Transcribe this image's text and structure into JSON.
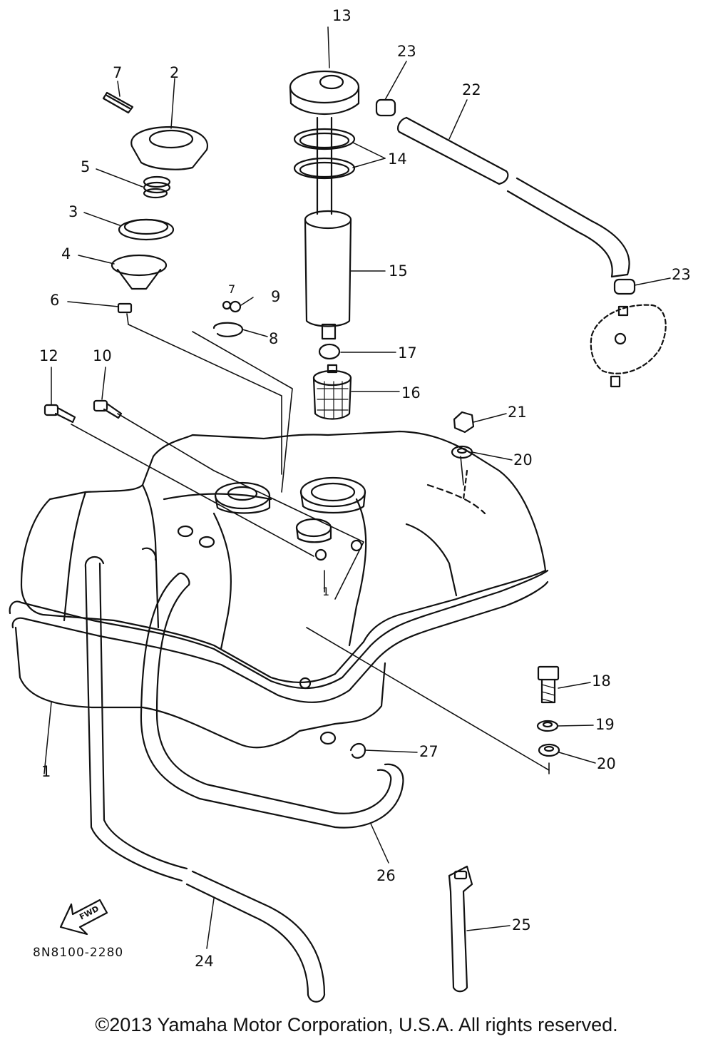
{
  "diagram": {
    "part_code": "8N8100-2280",
    "direction_label": "FWD",
    "copyright": "©2013 Yamaha Motor Corporation, U.S.A. All rights reserved.",
    "callouts": [
      {
        "id": "c1a",
        "text": "1"
      },
      {
        "id": "c1b",
        "text": "1"
      },
      {
        "id": "c2",
        "text": "2"
      },
      {
        "id": "c3",
        "text": "3"
      },
      {
        "id": "c4",
        "text": "4"
      },
      {
        "id": "c5",
        "text": "5"
      },
      {
        "id": "c6",
        "text": "6"
      },
      {
        "id": "c7",
        "text": "7"
      },
      {
        "id": "c8",
        "text": "8"
      },
      {
        "id": "c9",
        "text": "9"
      },
      {
        "id": "c9b",
        "text": "7"
      },
      {
        "id": "c10",
        "text": "10"
      },
      {
        "id": "c12",
        "text": "12"
      },
      {
        "id": "c13",
        "text": "13"
      },
      {
        "id": "c14",
        "text": "14"
      },
      {
        "id": "c15",
        "text": "15"
      },
      {
        "id": "c16",
        "text": "16"
      },
      {
        "id": "c17",
        "text": "17"
      },
      {
        "id": "c18",
        "text": "18"
      },
      {
        "id": "c19",
        "text": "19"
      },
      {
        "id": "c20a",
        "text": "20"
      },
      {
        "id": "c20b",
        "text": "20"
      },
      {
        "id": "c21",
        "text": "21"
      },
      {
        "id": "c22",
        "text": "22"
      },
      {
        "id": "c23a",
        "text": "23"
      },
      {
        "id": "c23b",
        "text": "23"
      },
      {
        "id": "c24",
        "text": "24"
      },
      {
        "id": "c25",
        "text": "25"
      },
      {
        "id": "c26",
        "text": "26"
      },
      {
        "id": "c27",
        "text": "27"
      }
    ]
  }
}
